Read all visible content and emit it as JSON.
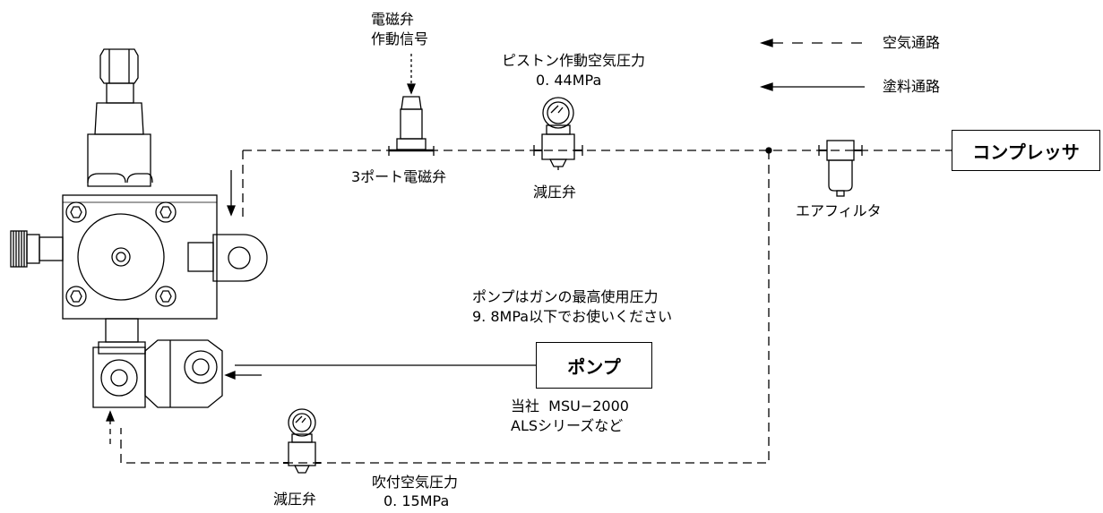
{
  "legend": {
    "air_path": "空気通路",
    "paint_path": "塗料通路"
  },
  "labels": {
    "solenoid_signal": [
      "電磁弁",
      "作動信号"
    ],
    "piston_pressure_title": "ピストン作動空気圧力",
    "piston_pressure_value": "0. 44MPa",
    "three_port_valve": "3ポート電磁弁",
    "regulator_top": "減圧弁",
    "air_filter": "エアフィルタ",
    "pump_note": [
      "ポンプはガンの最高使用圧力",
      "9. 8MPa以下でお使いください"
    ],
    "pump_models": [
      "当社  MSU−2000",
      "ALSシリーズなど"
    ],
    "regulator_bottom": "減圧弁",
    "spray_pressure_title": "吹付空気圧力",
    "spray_pressure_value": "0. 15MPa"
  },
  "boxes": {
    "compressor": "コンプレッサ",
    "pump": "ポンプ"
  }
}
